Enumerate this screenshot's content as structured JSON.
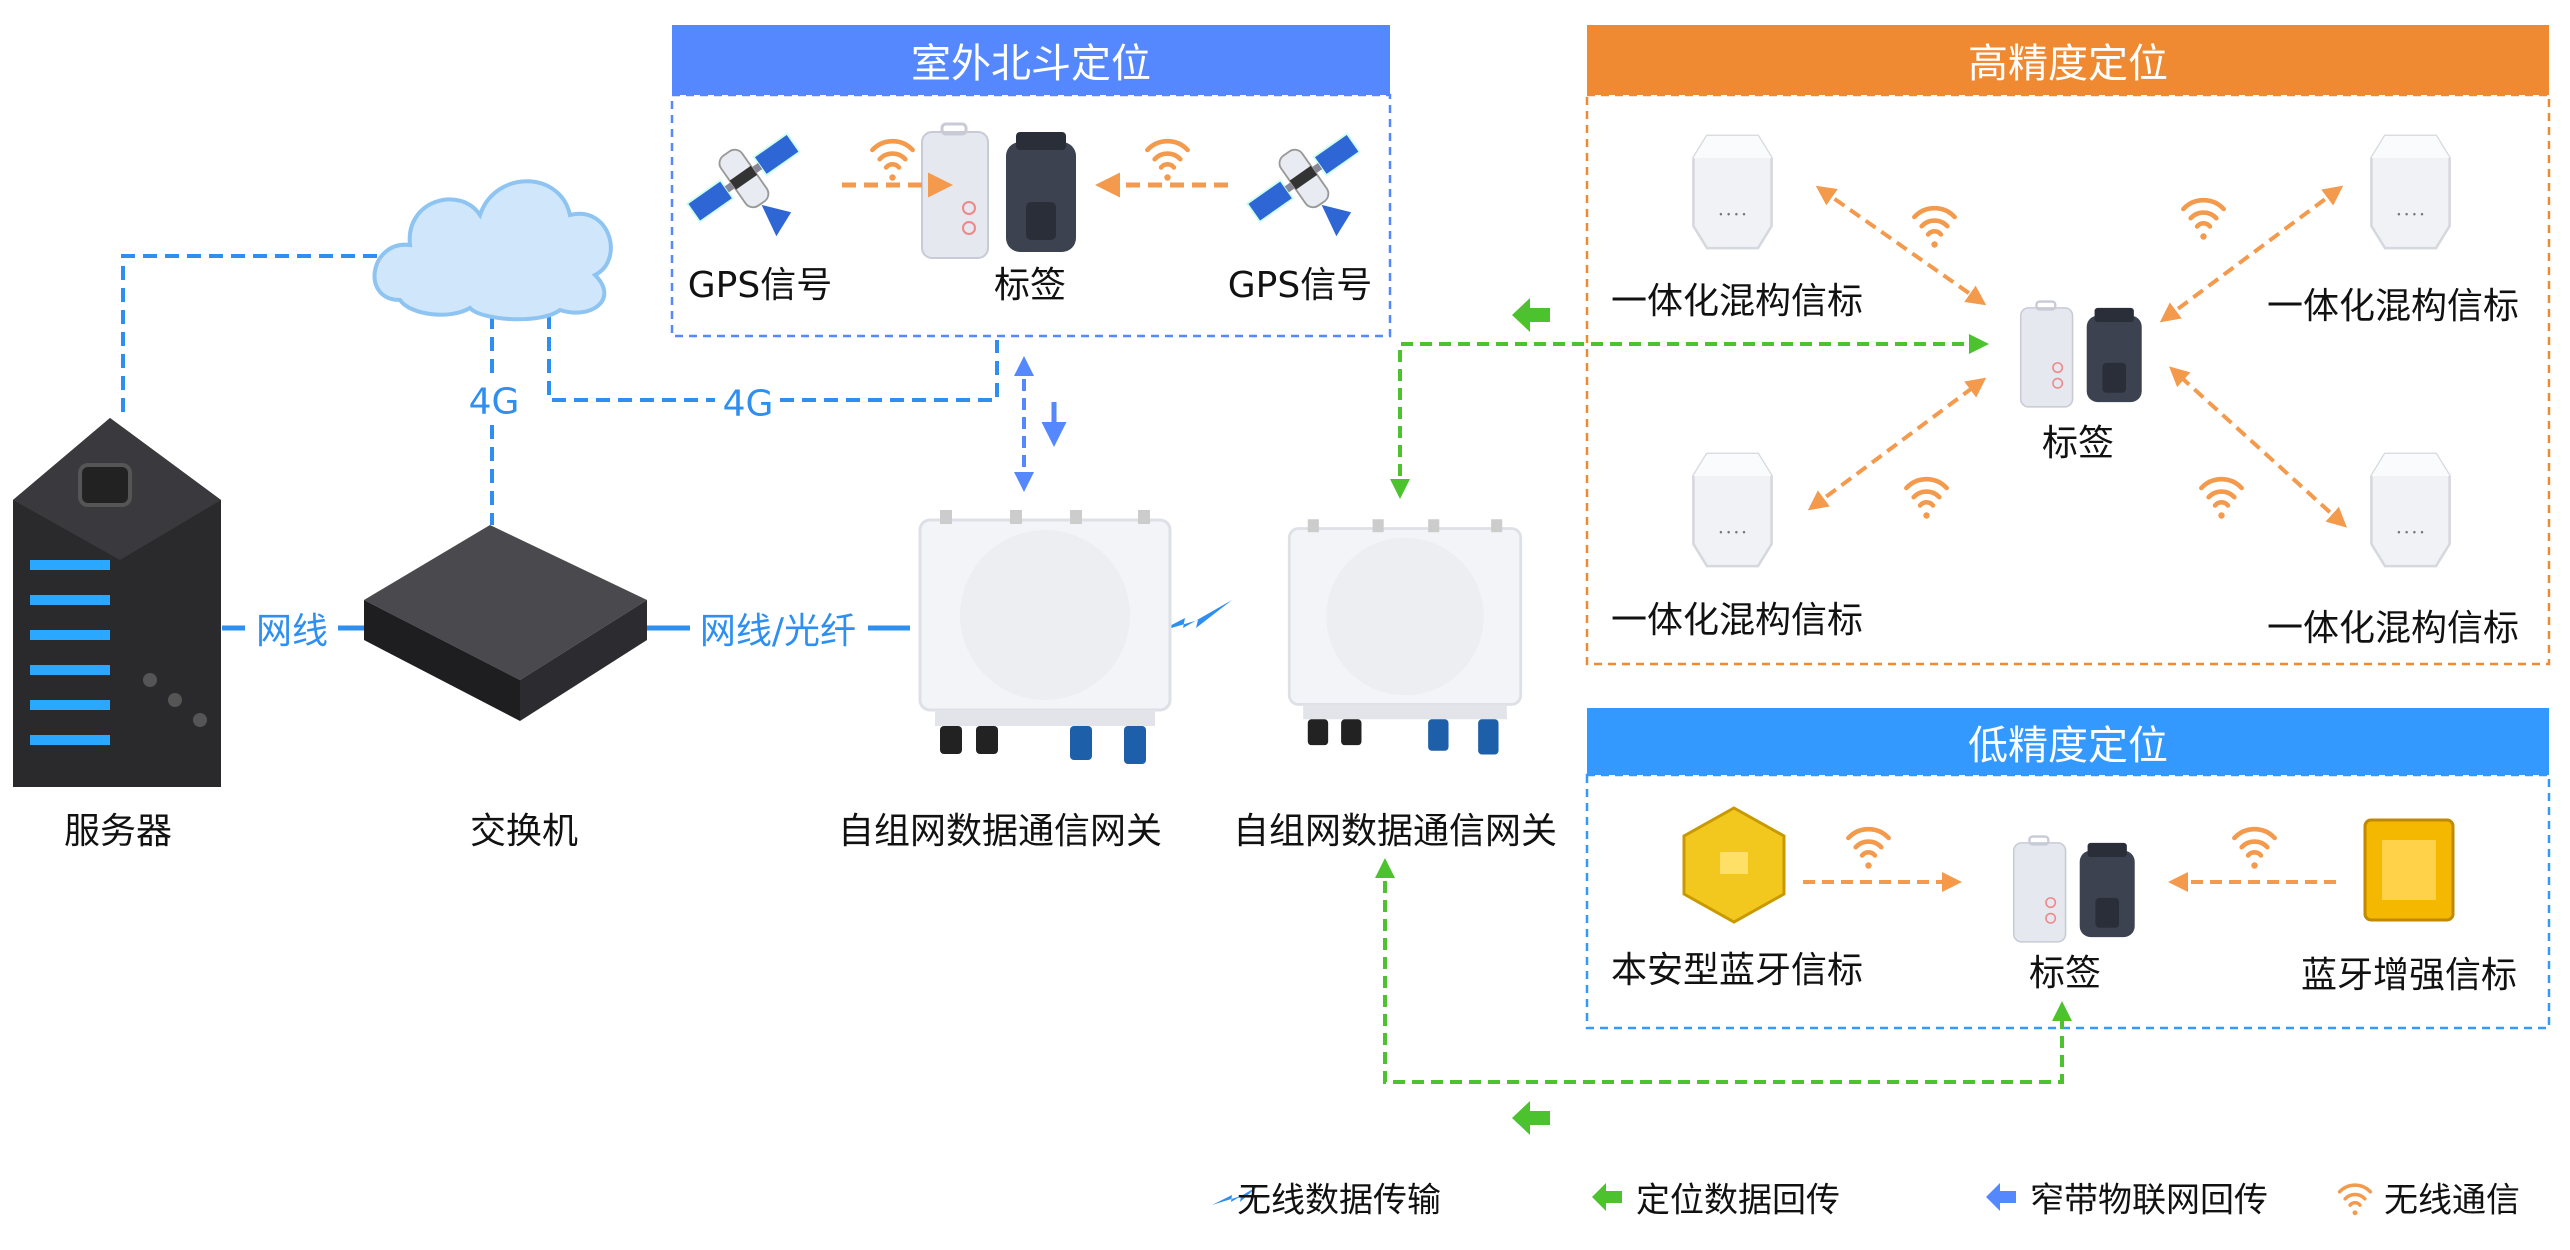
{
  "colors": {
    "blue_header": "#5588ff",
    "orange_header": "#ef8a33",
    "light_blue_header": "#3399ff",
    "green": "#4cc32e",
    "orange": "#f39a4d",
    "line_blue": "#2e8ff0"
  },
  "sections": {
    "outdoor": {
      "title": "室外北斗定位",
      "left_label": "GPS信号",
      "center_label": "标签",
      "right_label": "GPS信号"
    },
    "high": {
      "title": "高精度定位",
      "beacon_label": "一体化混构信标",
      "tag_label": "标签"
    },
    "low": {
      "title": "低精度定位",
      "left_label": "本安型蓝牙信标",
      "center_label": "标签",
      "right_label": "蓝牙增强信标"
    }
  },
  "devices": {
    "server": "服务器",
    "switch": "交换机",
    "gateway1": "自组网数据通信网关",
    "gateway2": "自组网数据通信网关"
  },
  "links": {
    "cable": "网线",
    "cable_fiber": "网线/光纤",
    "g4_left": "4G",
    "g4_right": "4G"
  },
  "legend": {
    "wireless_data": "无线数据传输",
    "position_return": "定位数据回传",
    "nbiot_return": "窄带物联网回传",
    "wireless_comm": "无线通信"
  }
}
